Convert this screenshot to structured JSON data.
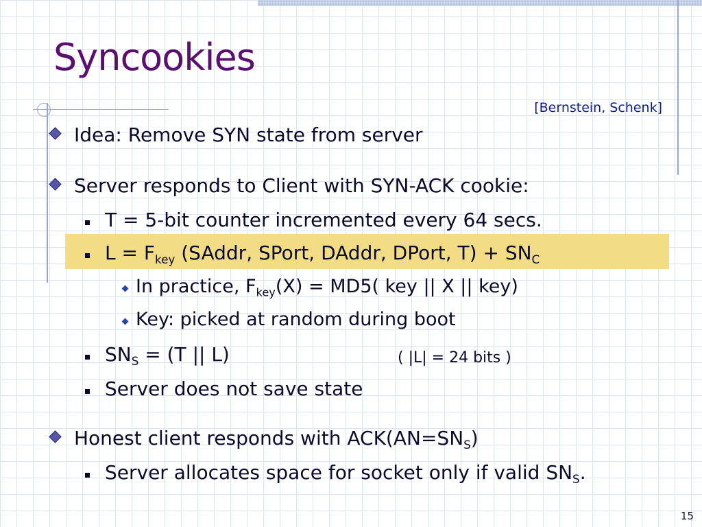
{
  "slide": {
    "title": "Syncookies",
    "citation": "[Bernstein, Schenk]",
    "number": "15",
    "highlight_color": "#f2dd86",
    "title_color": "#5b0f6e"
  },
  "lines": {
    "idea": "Idea:  Remove SYN state from server",
    "server_responds": "Server responds to Client with SYN-ACK cookie:",
    "t_def": "T = 5-bit counter incremented every 64 secs.",
    "l_def": {
      "a": "L = F",
      "sub_key": "key",
      "b": " (SAddr,  SPort, DAddr, DPort, T)  +  SN",
      "sub_c": "C"
    },
    "in_practice": {
      "a": "In practice,    F",
      "sub_key": "key",
      "b": "(X) = MD5( key || X || key)"
    },
    "key": "Key:   picked at random during boot",
    "sns": {
      "a": "SN",
      "sub_s": "S",
      "b": " =  (T ||  L)"
    },
    "sns_note": "( |L| = 24 bits )",
    "no_state": "Server does not save state",
    "honest": {
      "a": "Honest client responds with ACK(AN=SN",
      "sub_s": "S",
      "b": ")"
    },
    "allocates": {
      "a": "Server allocates space for socket only if valid  SN",
      "sub_s": "S",
      "b": "."
    }
  }
}
